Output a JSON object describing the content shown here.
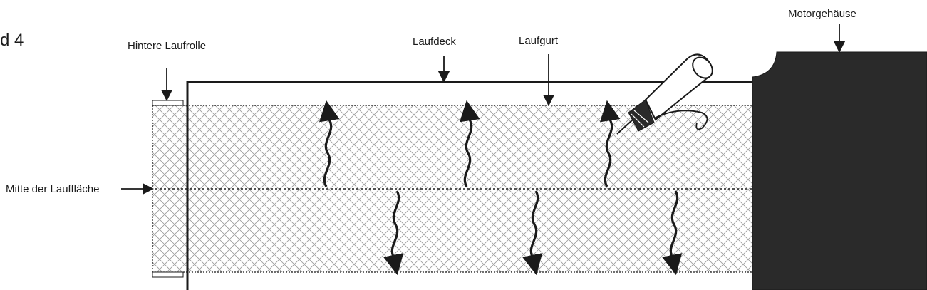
{
  "figure": {
    "fig_ref": "d 4",
    "labels": {
      "hintere_laufrolle": "Hintere Laufrolle",
      "laufdeck": "Laufdeck",
      "laufgurt": "Laufgurt",
      "motorgehaeuse": "Motorgehäuse",
      "mitte_der_lauffläche": "Mitte der Lauffläche"
    },
    "colors": {
      "ink": "#1a1a1a",
      "motor_housing": "#2a2a2a",
      "belt_hatch": "#9a9a9a"
    },
    "icons": {
      "lubricant_bottle": "lubricant-bottle-icon"
    }
  }
}
